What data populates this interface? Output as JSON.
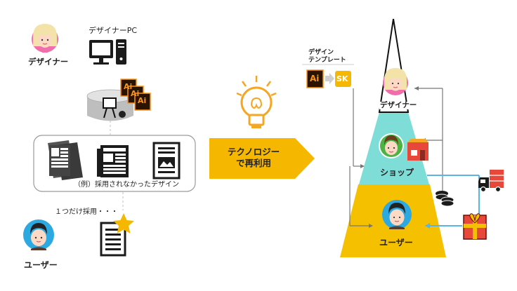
{
  "left": {
    "designer_label": "デザイナー",
    "pc_label": "デザイナーPC",
    "unused_caption": "（例）採用されなかったデザイン",
    "adopt_caption": "１つだけ採用・・・",
    "user_label": "ユーザー",
    "ai_text": "Ai"
  },
  "arrow": {
    "line1": "テクノロジー",
    "line2": "で再利用",
    "color": "#F5B700"
  },
  "template": {
    "title_line1": "デザイン",
    "title_line2": "テンプレート",
    "ai_text": "Ai",
    "sk_text": "SK"
  },
  "pyramid": {
    "top_label": "デザイナー",
    "mid_label": "ショップ",
    "bottom_label": "ユーザー",
    "mid_color": "#7EDDD6",
    "bottom_color": "#F5C000"
  },
  "icons": {
    "bulb": "light-bulb-icon",
    "truck": "delivery-truck-icon",
    "gift": "gift-box-icon",
    "coins": "coins-icon",
    "shop": "shop-icon",
    "computer": "desktop-computer-icon",
    "database": "storage-icon",
    "star": "star-icon"
  }
}
